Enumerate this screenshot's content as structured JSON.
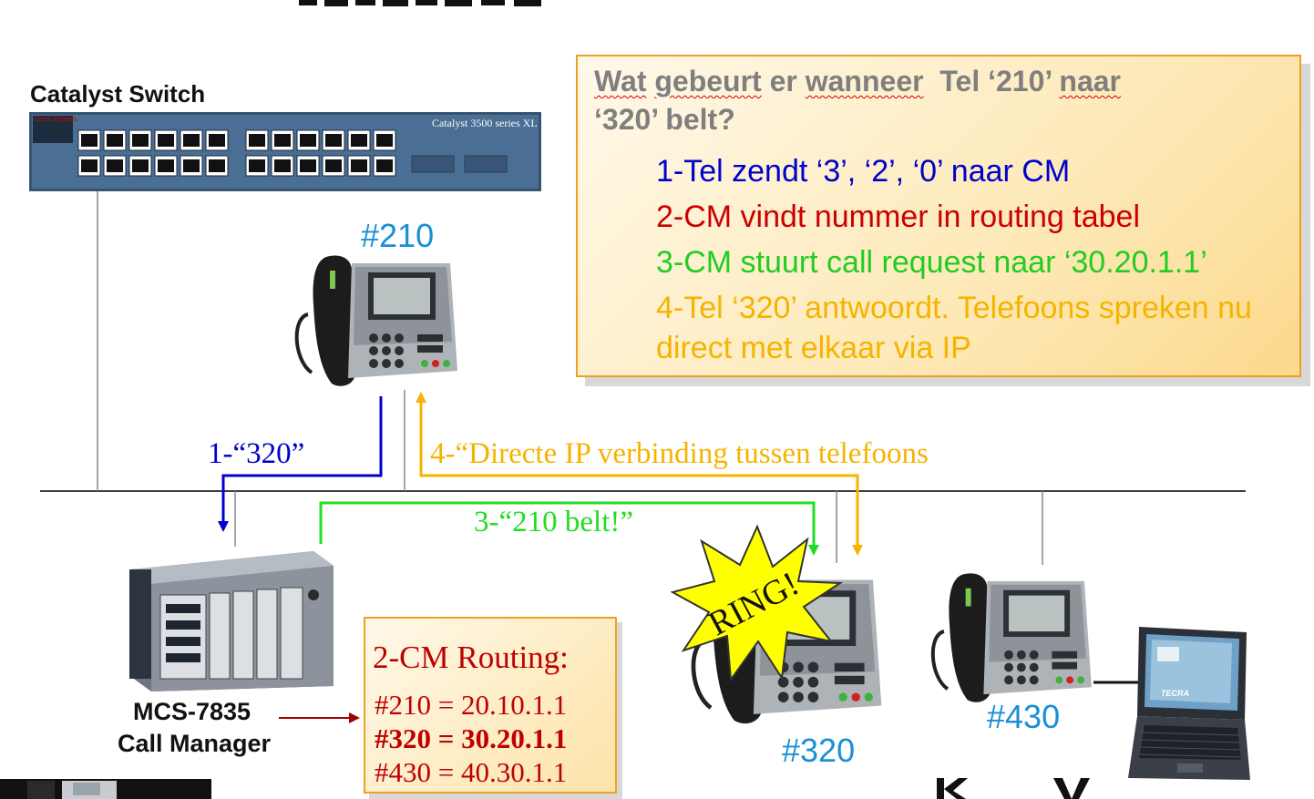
{
  "switch": {
    "label": "Catalyst Switch",
    "model_text": "Catalyst 3500 series XL",
    "brand_text": "Cisco Systems"
  },
  "question": {
    "title_words": [
      "Wat",
      "gebeurt",
      "er",
      "wanneer",
      "Tel",
      "‘210’",
      "naar",
      "‘320’",
      "belt?"
    ],
    "steps": [
      {
        "text": "1-Tel zendt ‘3’, ‘2’, ‘0’ naar CM",
        "color": "#0000cc"
      },
      {
        "text": "2-CM vindt nummer in routing tabel",
        "color": "#cc0000"
      },
      {
        "text": "3-CM stuurt call request naar ‘30.20.1.1’",
        "color": "#22cc22"
      },
      {
        "text": "4-Tel ‘320’ antwoordt. Telefoons spreken nu direct met elkaar via IP",
        "color": "#f5b400"
      }
    ]
  },
  "phones": {
    "p210": "#210",
    "p320": "#320",
    "p430": "#430",
    "ring": "RING!"
  },
  "arrows": {
    "a1": {
      "label": "1-“320”",
      "color": "#0000cc"
    },
    "a3": {
      "label": "3-“210 belt!”",
      "color": "#22dd22"
    },
    "a4": {
      "label": "4-“Directe IP verbinding tussen telefoons",
      "color": "#f5b400"
    }
  },
  "server": {
    "name": "MCS-7835",
    "role": "Call Manager"
  },
  "routing": {
    "title": "2-CM Routing:",
    "rows": [
      {
        "text": "#210 = 20.10.1.1",
        "bold": false
      },
      {
        "text": "#320 = 30.20.1.1",
        "bold": true
      },
      {
        "text": "#430 = 40.30.1.1",
        "bold": false
      }
    ]
  },
  "laptop": {
    "brand": "TECRA"
  }
}
